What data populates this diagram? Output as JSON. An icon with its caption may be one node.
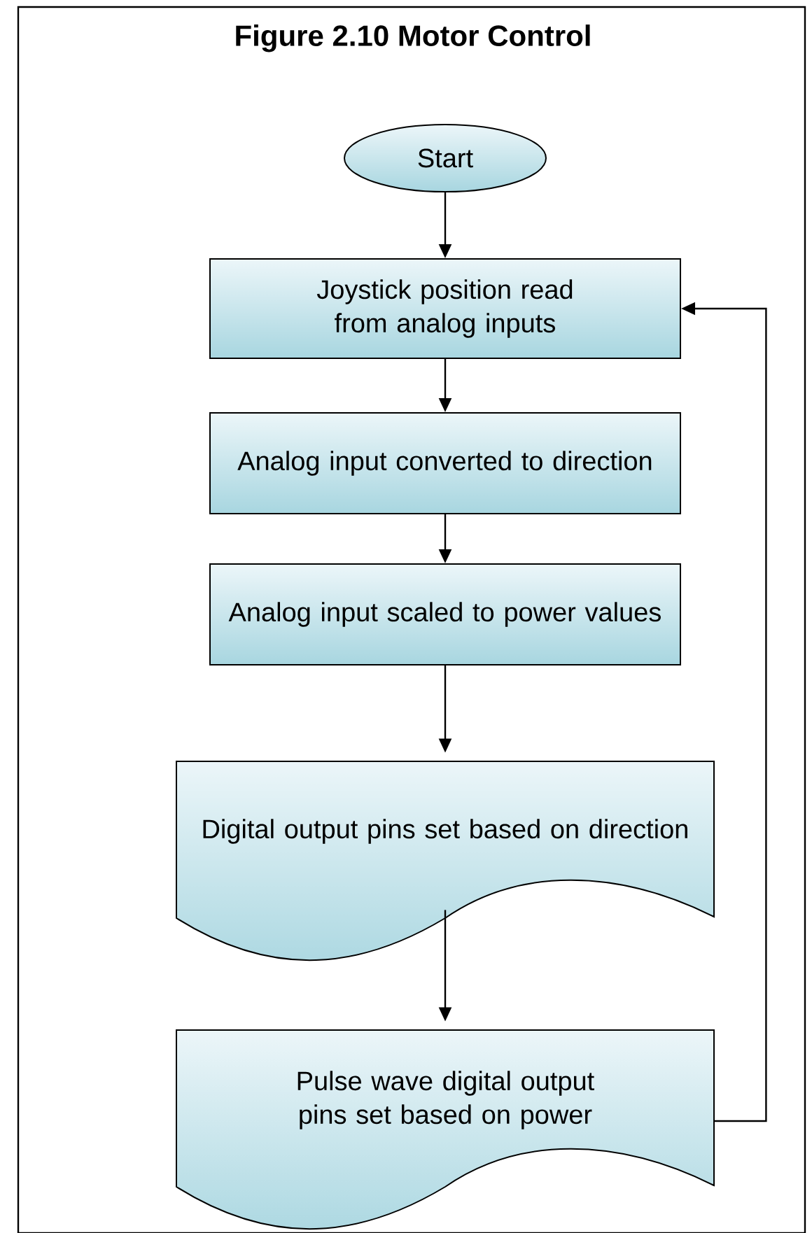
{
  "diagram": {
    "title": "Figure 2.10 Motor Control",
    "nodes": [
      {
        "text": [
          "Start"
        ]
      },
      {
        "text": [
          "Joystick position read from analog inputs"
        ]
      },
      {
        "text": [
          "Analog input converted to direction"
        ]
      },
      {
        "text": [
          "Analog input scaled to power values"
        ]
      },
      {
        "text": [
          "Digital output pins set based on direction"
        ]
      },
      {
        "text": [
          "Pulse wave digital output pins set based on power"
        ]
      }
    ],
    "edges": [
      {
        "from": 0,
        "to": 1,
        "arrow": "to"
      },
      {
        "from": 1,
        "to": 2,
        "arrow": "to"
      },
      {
        "from": 2,
        "to": 3,
        "arrow": "to"
      },
      {
        "from": 3,
        "to": 4,
        "arrow": "to"
      },
      {
        "from": 4,
        "to": 5,
        "arrow": "to"
      },
      {
        "from": 5,
        "to": 1,
        "arrow": "to"
      }
    ]
  }
}
